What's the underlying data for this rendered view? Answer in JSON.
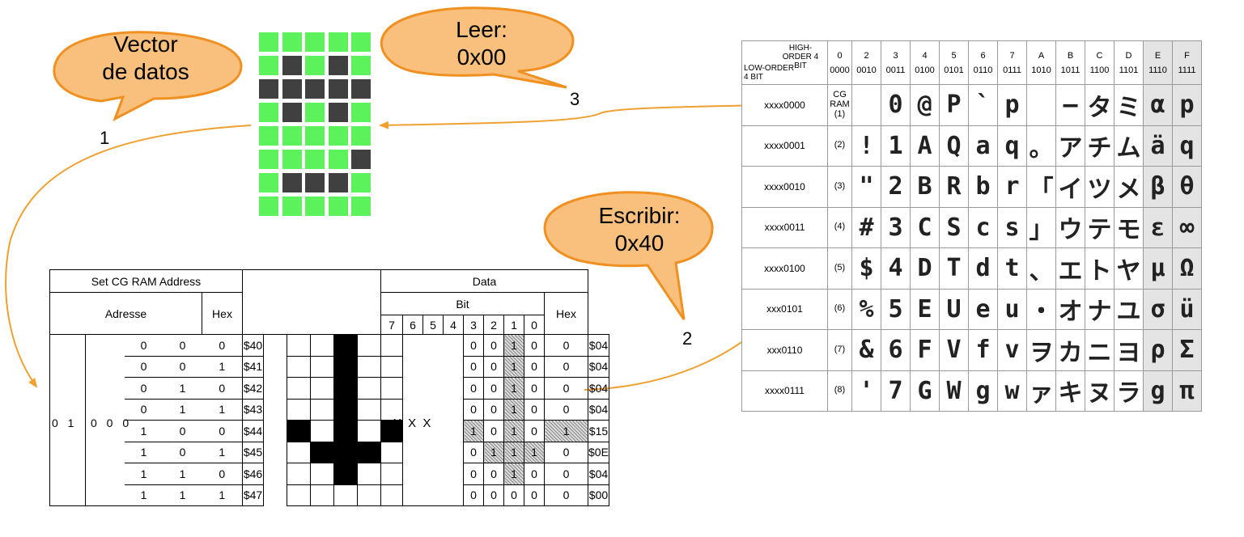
{
  "bubbles": {
    "vector": {
      "line1": "Vector",
      "line2": "de datos",
      "number": "1"
    },
    "leer": {
      "line1": "Leer:",
      "line2": "0x00",
      "number": "3"
    },
    "escribir": {
      "line1": "Escribir:",
      "line2": "0x40",
      "number": "2"
    }
  },
  "led_pattern": [
    [
      0,
      0,
      0,
      0,
      0
    ],
    [
      0,
      1,
      0,
      1,
      0
    ],
    [
      1,
      1,
      1,
      1,
      1
    ],
    [
      0,
      1,
      0,
      1,
      0
    ],
    [
      0,
      0,
      0,
      0,
      0
    ],
    [
      0,
      0,
      0,
      0,
      1
    ],
    [
      0,
      1,
      1,
      1,
      0
    ],
    [
      0,
      0,
      0,
      0,
      0
    ]
  ],
  "colors": {
    "led_on": "#404040",
    "led_off": "#5cf25c",
    "arrow": "#f0a030",
    "bubble_fill": "#f8c07c",
    "bubble_stroke": "#f09020"
  },
  "cg_table": {
    "title_left": "Set CG RAM Address",
    "title_data": "Data",
    "adresse": "Adresse",
    "hex": "Hex",
    "bit": "Bit",
    "bit_numbers": [
      "7",
      "6",
      "5",
      "4",
      "3",
      "2",
      "1",
      "0"
    ],
    "prefix": "0 1 0 0 0",
    "xxx": "X X X",
    "rows": [
      {
        "addr": [
          "0",
          "0",
          "0"
        ],
        "hex": "$40",
        "bits": [
          "0",
          "0",
          "1",
          "0",
          "0"
        ],
        "data_hex": "$04"
      },
      {
        "addr": [
          "0",
          "0",
          "1"
        ],
        "hex": "$41",
        "bits": [
          "0",
          "0",
          "1",
          "0",
          "0"
        ],
        "data_hex": "$04"
      },
      {
        "addr": [
          "0",
          "1",
          "0"
        ],
        "hex": "$42",
        "bits": [
          "0",
          "0",
          "1",
          "0",
          "0"
        ],
        "data_hex": "$04"
      },
      {
        "addr": [
          "0",
          "1",
          "1"
        ],
        "hex": "$43",
        "bits": [
          "0",
          "0",
          "1",
          "0",
          "0"
        ],
        "data_hex": "$04"
      },
      {
        "addr": [
          "1",
          "0",
          "0"
        ],
        "hex": "$44",
        "bits": [
          "1",
          "0",
          "1",
          "0",
          "1"
        ],
        "data_hex": "$15"
      },
      {
        "addr": [
          "1",
          "0",
          "1"
        ],
        "hex": "$45",
        "bits": [
          "0",
          "1",
          "1",
          "1",
          "0"
        ],
        "data_hex": "$0E"
      },
      {
        "addr": [
          "1",
          "1",
          "0"
        ],
        "hex": "$46",
        "bits": [
          "0",
          "0",
          "1",
          "0",
          "0"
        ],
        "data_hex": "$04"
      },
      {
        "addr": [
          "1",
          "1",
          "1"
        ],
        "hex": "$47",
        "bits": [
          "0",
          "0",
          "0",
          "0",
          "0"
        ],
        "data_hex": "$00"
      }
    ]
  },
  "char_table": {
    "corner_high": "HIGH-ORDER 4 BIT",
    "corner_low": "LOW-ORDER 4 BIT",
    "high_cols": [
      {
        "n": "0",
        "b": "0000"
      },
      {
        "n": "2",
        "b": "0010"
      },
      {
        "n": "3",
        "b": "0011"
      },
      {
        "n": "4",
        "b": "0100"
      },
      {
        "n": "5",
        "b": "0101"
      },
      {
        "n": "6",
        "b": "0110"
      },
      {
        "n": "7",
        "b": "0111"
      },
      {
        "n": "A",
        "b": "1010"
      },
      {
        "n": "B",
        "b": "1011"
      },
      {
        "n": "C",
        "b": "1100"
      },
      {
        "n": "D",
        "b": "1101"
      },
      {
        "n": "E",
        "b": "1110"
      },
      {
        "n": "F",
        "b": "1111"
      }
    ],
    "cgram": "CG RAM",
    "rows": [
      {
        "low": "xxxx0000",
        "cg": "(1)",
        "glyphs": [
          "",
          "0",
          "@",
          "P",
          "`",
          "p",
          "",
          "—",
          "タ",
          "ミ",
          "α",
          "p"
        ]
      },
      {
        "low": "xxxx0001",
        "cg": "(2)",
        "glyphs": [
          "!",
          "1",
          "A",
          "Q",
          "a",
          "q",
          "。",
          "ア",
          "チ",
          "ム",
          "ä",
          "q"
        ]
      },
      {
        "low": "xxxx0010",
        "cg": "(3)",
        "glyphs": [
          "\"",
          "2",
          "B",
          "R",
          "b",
          "r",
          "「",
          "イ",
          "ツ",
          "メ",
          "β",
          "θ"
        ]
      },
      {
        "low": "xxxx0011",
        "cg": "(4)",
        "glyphs": [
          "#",
          "3",
          "C",
          "S",
          "c",
          "s",
          "」",
          "ウ",
          "テ",
          "モ",
          "ε",
          "∞"
        ]
      },
      {
        "low": "xxxx0100",
        "cg": "(5)",
        "glyphs": [
          "$",
          "4",
          "D",
          "T",
          "d",
          "t",
          "、",
          "エ",
          "ト",
          "ヤ",
          "μ",
          "Ω"
        ]
      },
      {
        "low": "xxx0101",
        "cg": "(6)",
        "glyphs": [
          "%",
          "5",
          "E",
          "U",
          "e",
          "u",
          "・",
          "オ",
          "ナ",
          "ユ",
          "σ",
          "ü"
        ]
      },
      {
        "low": "xxx0110",
        "cg": "(7)",
        "glyphs": [
          "&",
          "6",
          "F",
          "V",
          "f",
          "v",
          "ヲ",
          "カ",
          "ニ",
          "ヨ",
          "ρ",
          "Σ"
        ]
      },
      {
        "low": "xxxx0111",
        "cg": "(8)",
        "glyphs": [
          "'",
          "7",
          "G",
          "W",
          "g",
          "w",
          "ァ",
          "キ",
          "ヌ",
          "ラ",
          "g",
          "π"
        ]
      }
    ]
  }
}
